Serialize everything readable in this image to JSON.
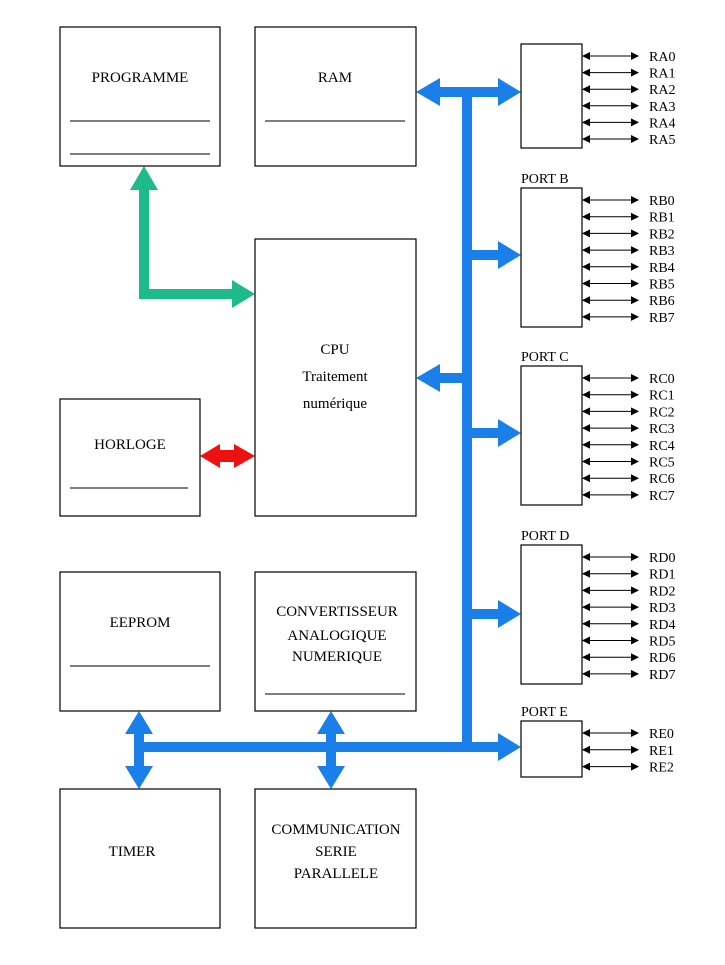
{
  "blocks": {
    "programme": "PROGRAMME",
    "ram": "RAM",
    "cpu": [
      "CPU",
      "Traitement",
      "numérique"
    ],
    "horloge": "HORLOGE",
    "eeprom": "EEPROM",
    "convertisseur": [
      "CONVERTISSEUR",
      "ANALOGIQUE",
      "NUMERIQUE"
    ],
    "timer": "TIMER",
    "communication": [
      "COMMUNICATION",
      "SERIE",
      "PARALLELE"
    ]
  },
  "ports": [
    {
      "label": "",
      "pins": [
        "RA0",
        "RA1",
        "RA2",
        "RA3",
        "RA4",
        "RA5"
      ]
    },
    {
      "label": "PORT B",
      "pins": [
        "RB0",
        "RB1",
        "RB2",
        "RB3",
        "RB4",
        "RB5",
        "RB6",
        "RB7"
      ]
    },
    {
      "label": "PORT C",
      "pins": [
        "RC0",
        "RC1",
        "RC2",
        "RC3",
        "RC4",
        "RC5",
        "RC6",
        "RC7"
      ]
    },
    {
      "label": "PORT D",
      "pins": [
        "RD0",
        "RD1",
        "RD2",
        "RD3",
        "RD4",
        "RD5",
        "RD6",
        "RD7"
      ]
    },
    {
      "label": "PORT E",
      "pins": [
        "RE0",
        "RE1",
        "RE2"
      ]
    }
  ],
  "colors": {
    "bus": "#1a7fe8",
    "program_link": "#1ebb8a",
    "clock_link": "#ee1111",
    "outline": "#000000"
  }
}
